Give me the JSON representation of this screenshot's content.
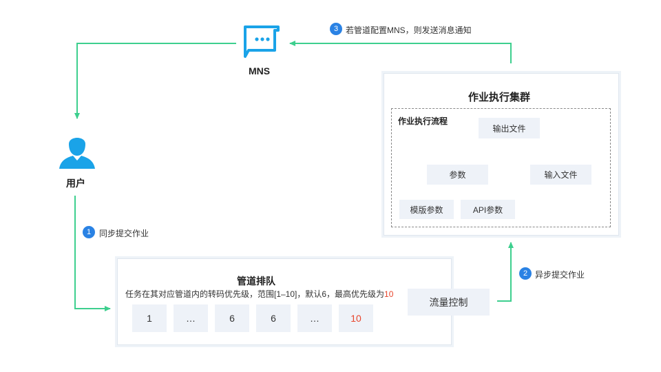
{
  "colors": {
    "accent_green": "#3dcf8e",
    "badge_blue": "#2a82e4",
    "highlight_red": "#e8452c",
    "box_fill": "#eef2f8",
    "icon_blue": "#1aa3e8"
  },
  "mns": {
    "label": "MNS",
    "icon": "message-icon"
  },
  "user": {
    "label": "用户",
    "icon": "user-icon"
  },
  "step1": {
    "num": "1",
    "text": "同步提交作业"
  },
  "step2": {
    "num": "2",
    "text": "异步提交作业"
  },
  "step3": {
    "num": "3",
    "text": "若管道配置MNS，则发送消息通知"
  },
  "cluster": {
    "title": "作业执行集群",
    "flow_title": "作业执行流程",
    "output_file": "输出文件",
    "params": "参数",
    "input_file": "输入文件",
    "template_params": "模版参数",
    "api_params": "API参数"
  },
  "queue": {
    "title": "管道排队",
    "desc": "任务在其对应管道内的转码优先级，范围[1–10]，默认6，最高优先级为",
    "desc_highlight": "10",
    "slots": [
      "1",
      "…",
      "6",
      "6",
      "…",
      "10"
    ]
  },
  "flow_control": {
    "label": "流量控制"
  }
}
